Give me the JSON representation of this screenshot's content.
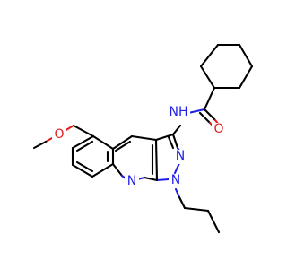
{
  "atoms": {
    "amide_nh": {
      "symbol": "N",
      "suffix": "H"
    },
    "carbonyl_o": {
      "symbol": "O"
    },
    "methoxy_o": {
      "symbol": "O"
    },
    "pyrazole_n2": {
      "symbol": "N"
    },
    "pyrazole_n1": {
      "symbol": "N"
    },
    "pyridine_n": {
      "symbol": "N"
    }
  },
  "colors": {
    "carbon": "#000000",
    "nitrogen": "#1f1fe8",
    "oxygen": "#e21b1b",
    "background": "#ffffff"
  }
}
